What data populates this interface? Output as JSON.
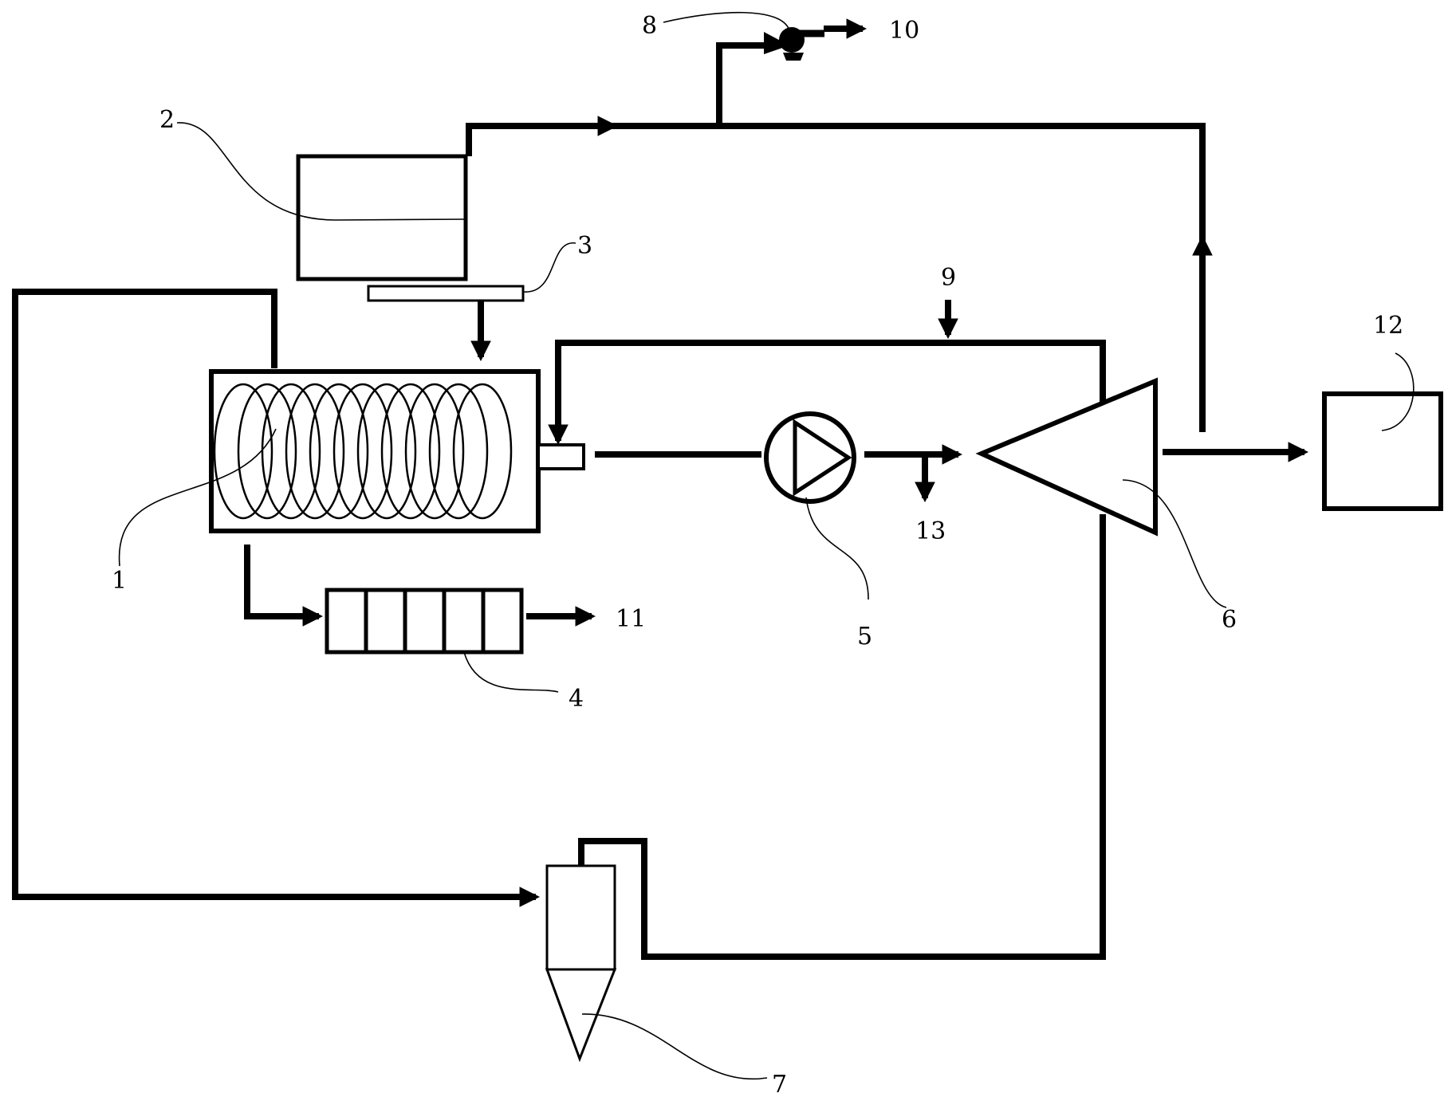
{
  "colors": {
    "line": "#000000",
    "background": "#ffffff"
  },
  "labels": {
    "l1": "1",
    "l2": "2",
    "l3": "3",
    "l4": "4",
    "l5": "5",
    "l6": "6",
    "l7": "7",
    "l8": "8",
    "l9": "9",
    "l10": "10",
    "l11": "11",
    "l12": "12",
    "l13": "13"
  },
  "icons": {
    "valve": "valve-icon",
    "pump": "pump-icon",
    "flow_arrow": "arrow-icon"
  }
}
